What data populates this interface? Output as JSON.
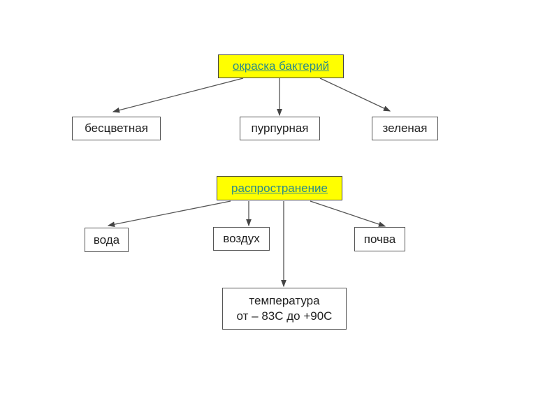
{
  "diagram": {
    "groups": [
      {
        "header": "окраска бактерий",
        "children": [
          "бесцветная",
          "пурпурная",
          "зеленая"
        ]
      },
      {
        "header": "распространение",
        "children": [
          "вода",
          "воздух",
          "почва",
          "температура от – 83С до +90С"
        ]
      }
    ],
    "temperature_lines": [
      "температура",
      "от – 83С до +90С"
    ],
    "colors": {
      "header_fill": "#ffff00",
      "header_text": "#2a8a8a"
    }
  }
}
